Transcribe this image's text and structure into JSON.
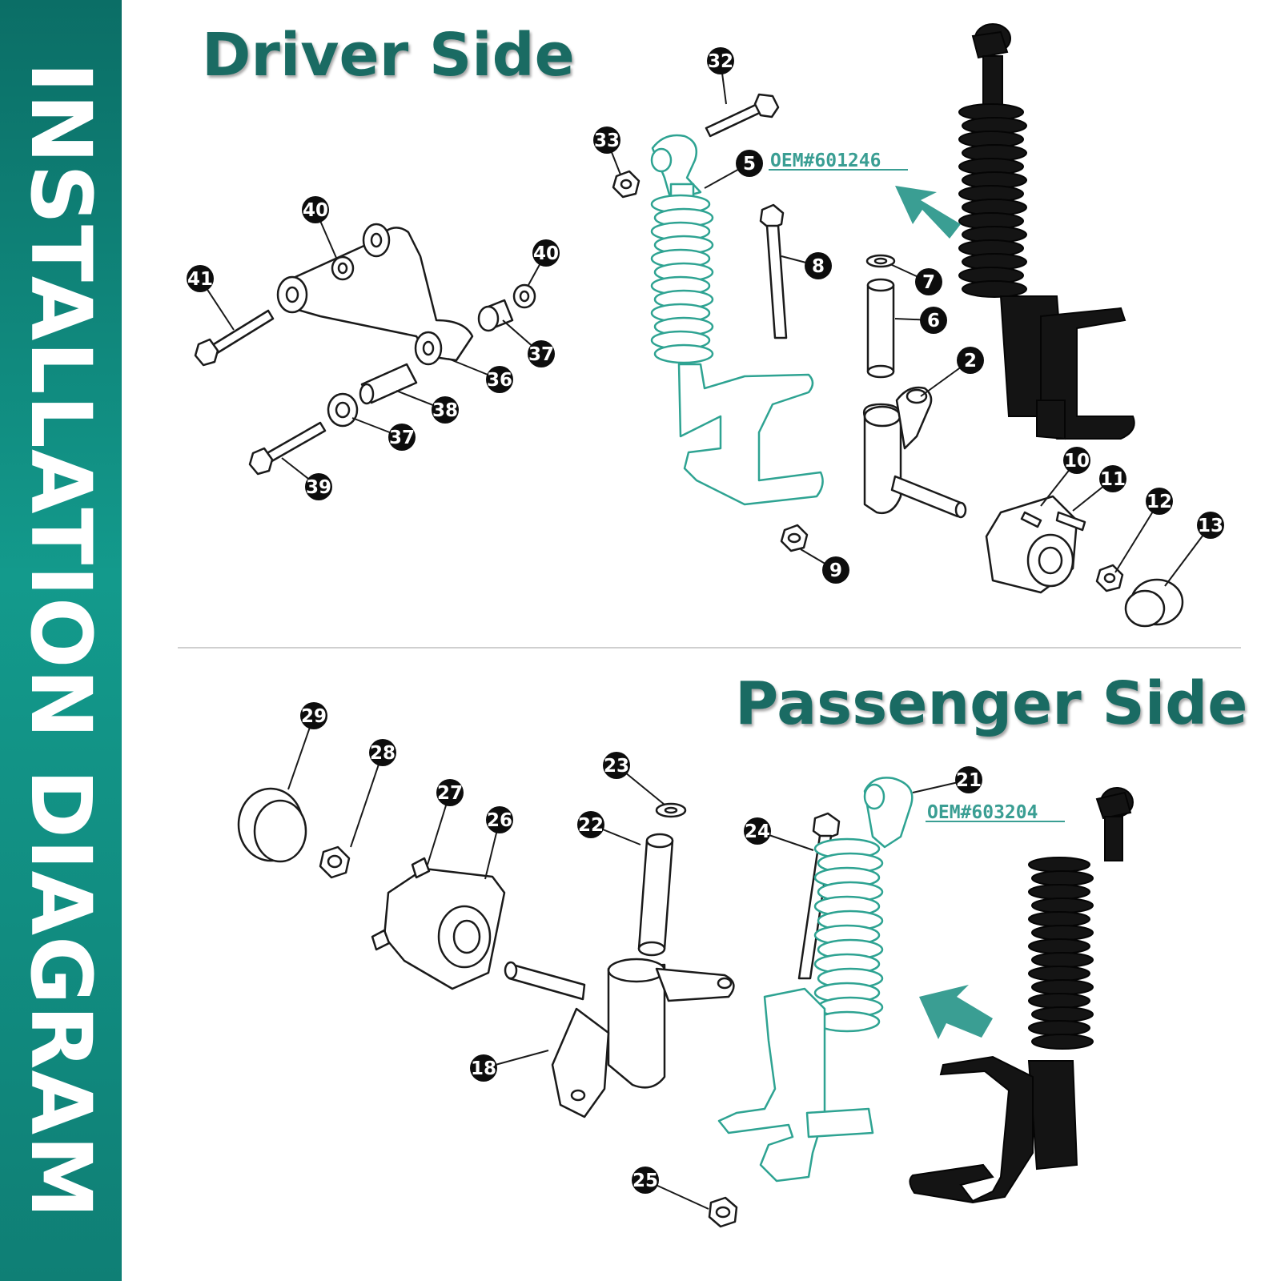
{
  "sidebar": {
    "title": "INSTALLATION DIAGRAM"
  },
  "driver_side": {
    "title": "Driver Side",
    "oem": "OEM#601246",
    "callouts": [
      "32",
      "33",
      "5",
      "40",
      "40",
      "41",
      "8",
      "7",
      "6",
      "37",
      "36",
      "38",
      "37",
      "39",
      "2",
      "10",
      "11",
      "12",
      "13",
      "9"
    ]
  },
  "passenger_side": {
    "title": "Passenger Side",
    "oem": "OEM#603204",
    "callouts": [
      "29",
      "28",
      "27",
      "26",
      "23",
      "22",
      "24",
      "21",
      "18",
      "25"
    ]
  },
  "colors": {
    "accent": "#139a8c",
    "title": "#1a6b63",
    "outline": "#2ea392",
    "shock": "#141414"
  }
}
